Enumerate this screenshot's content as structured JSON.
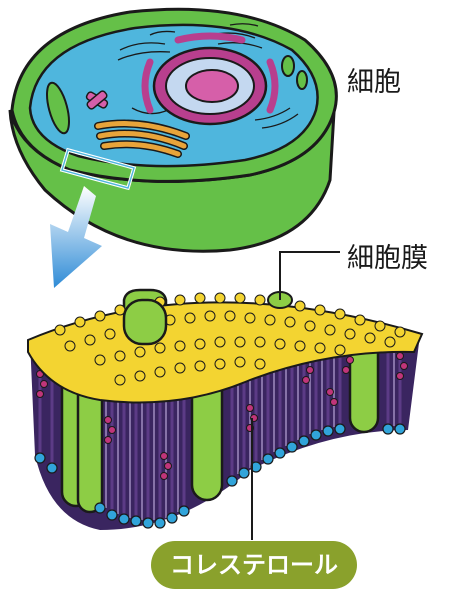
{
  "labels": {
    "cell": "細胞",
    "cell_membrane": "細胞膜",
    "cholesterol": "コレステロール"
  },
  "colors": {
    "cytoplasm": "#4fb6dd",
    "cell_wall": "#65c048",
    "nucleus": "#b83f8e",
    "nucleolus": "#d65fa9",
    "golgi": "#e8a43a",
    "phospholipid_head": "#f3d431",
    "lipid_tail": "#5c3b86",
    "lower_head": "#31a4da",
    "protein": "#8dcd45",
    "cholesterol": "#c0357a",
    "arrow": "#2e8bd6",
    "label_badge": "#8aa12c"
  }
}
